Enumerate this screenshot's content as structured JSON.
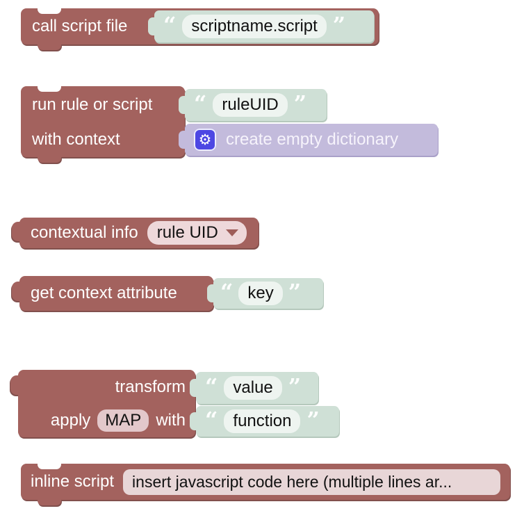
{
  "colors": {
    "block_maroon": "#a3625e",
    "string_green": "#cfe0d6",
    "dict_purple": "#c3bbdc",
    "gear_blue": "#4d47e3",
    "pink_pill": "#eed8da",
    "field_light": "#eef4f0"
  },
  "quotes": {
    "open": "“",
    "close": "”"
  },
  "icons": {
    "gear": "⚙",
    "caret": "dropdown-caret"
  },
  "blocks": {
    "call_script": {
      "label": "call script file",
      "value_text": "scriptname.script"
    },
    "run_rule": {
      "row1_label": "run rule or script",
      "row1_value": "ruleUID",
      "row2_label": "with context",
      "row2_value": "create empty dictionary"
    },
    "contextual_info": {
      "label": "contextual info",
      "dropdown_value": "rule UID"
    },
    "get_context_attribute": {
      "label": "get context attribute",
      "value_text": "key"
    },
    "transform": {
      "row1_label": "transform",
      "row1_value": "value",
      "row2_label_pre": "apply",
      "row2_field": "MAP",
      "row2_label_post": "with",
      "row2_value": "function"
    },
    "inline_script": {
      "label": "inline script",
      "field_value": "insert javascript code here (multiple lines ar..."
    }
  }
}
